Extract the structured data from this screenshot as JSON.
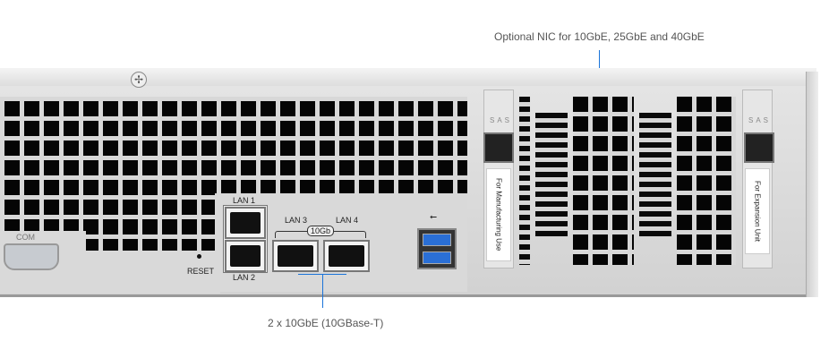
{
  "callouts": {
    "nic": "Optional NIC for 10GbE, 25GbE and 40GbE",
    "lan10g": "2 x 10GbE (10GBase-T)"
  },
  "ports": {
    "com": "COM",
    "reset": "RESET",
    "lan1": "LAN 1",
    "lan2": "LAN 2",
    "lan3": "LAN 3",
    "lan4": "LAN 4",
    "badge_10gb": "10Gb"
  },
  "slots": {
    "sas_left": "SAS",
    "sas_right": "SAS",
    "tag_left": "For Manufacturing Use",
    "tag_right": "For Expansion Unit"
  },
  "colors": {
    "callout_line": "#1a73d9",
    "usb_port": "#2a6fd6"
  }
}
